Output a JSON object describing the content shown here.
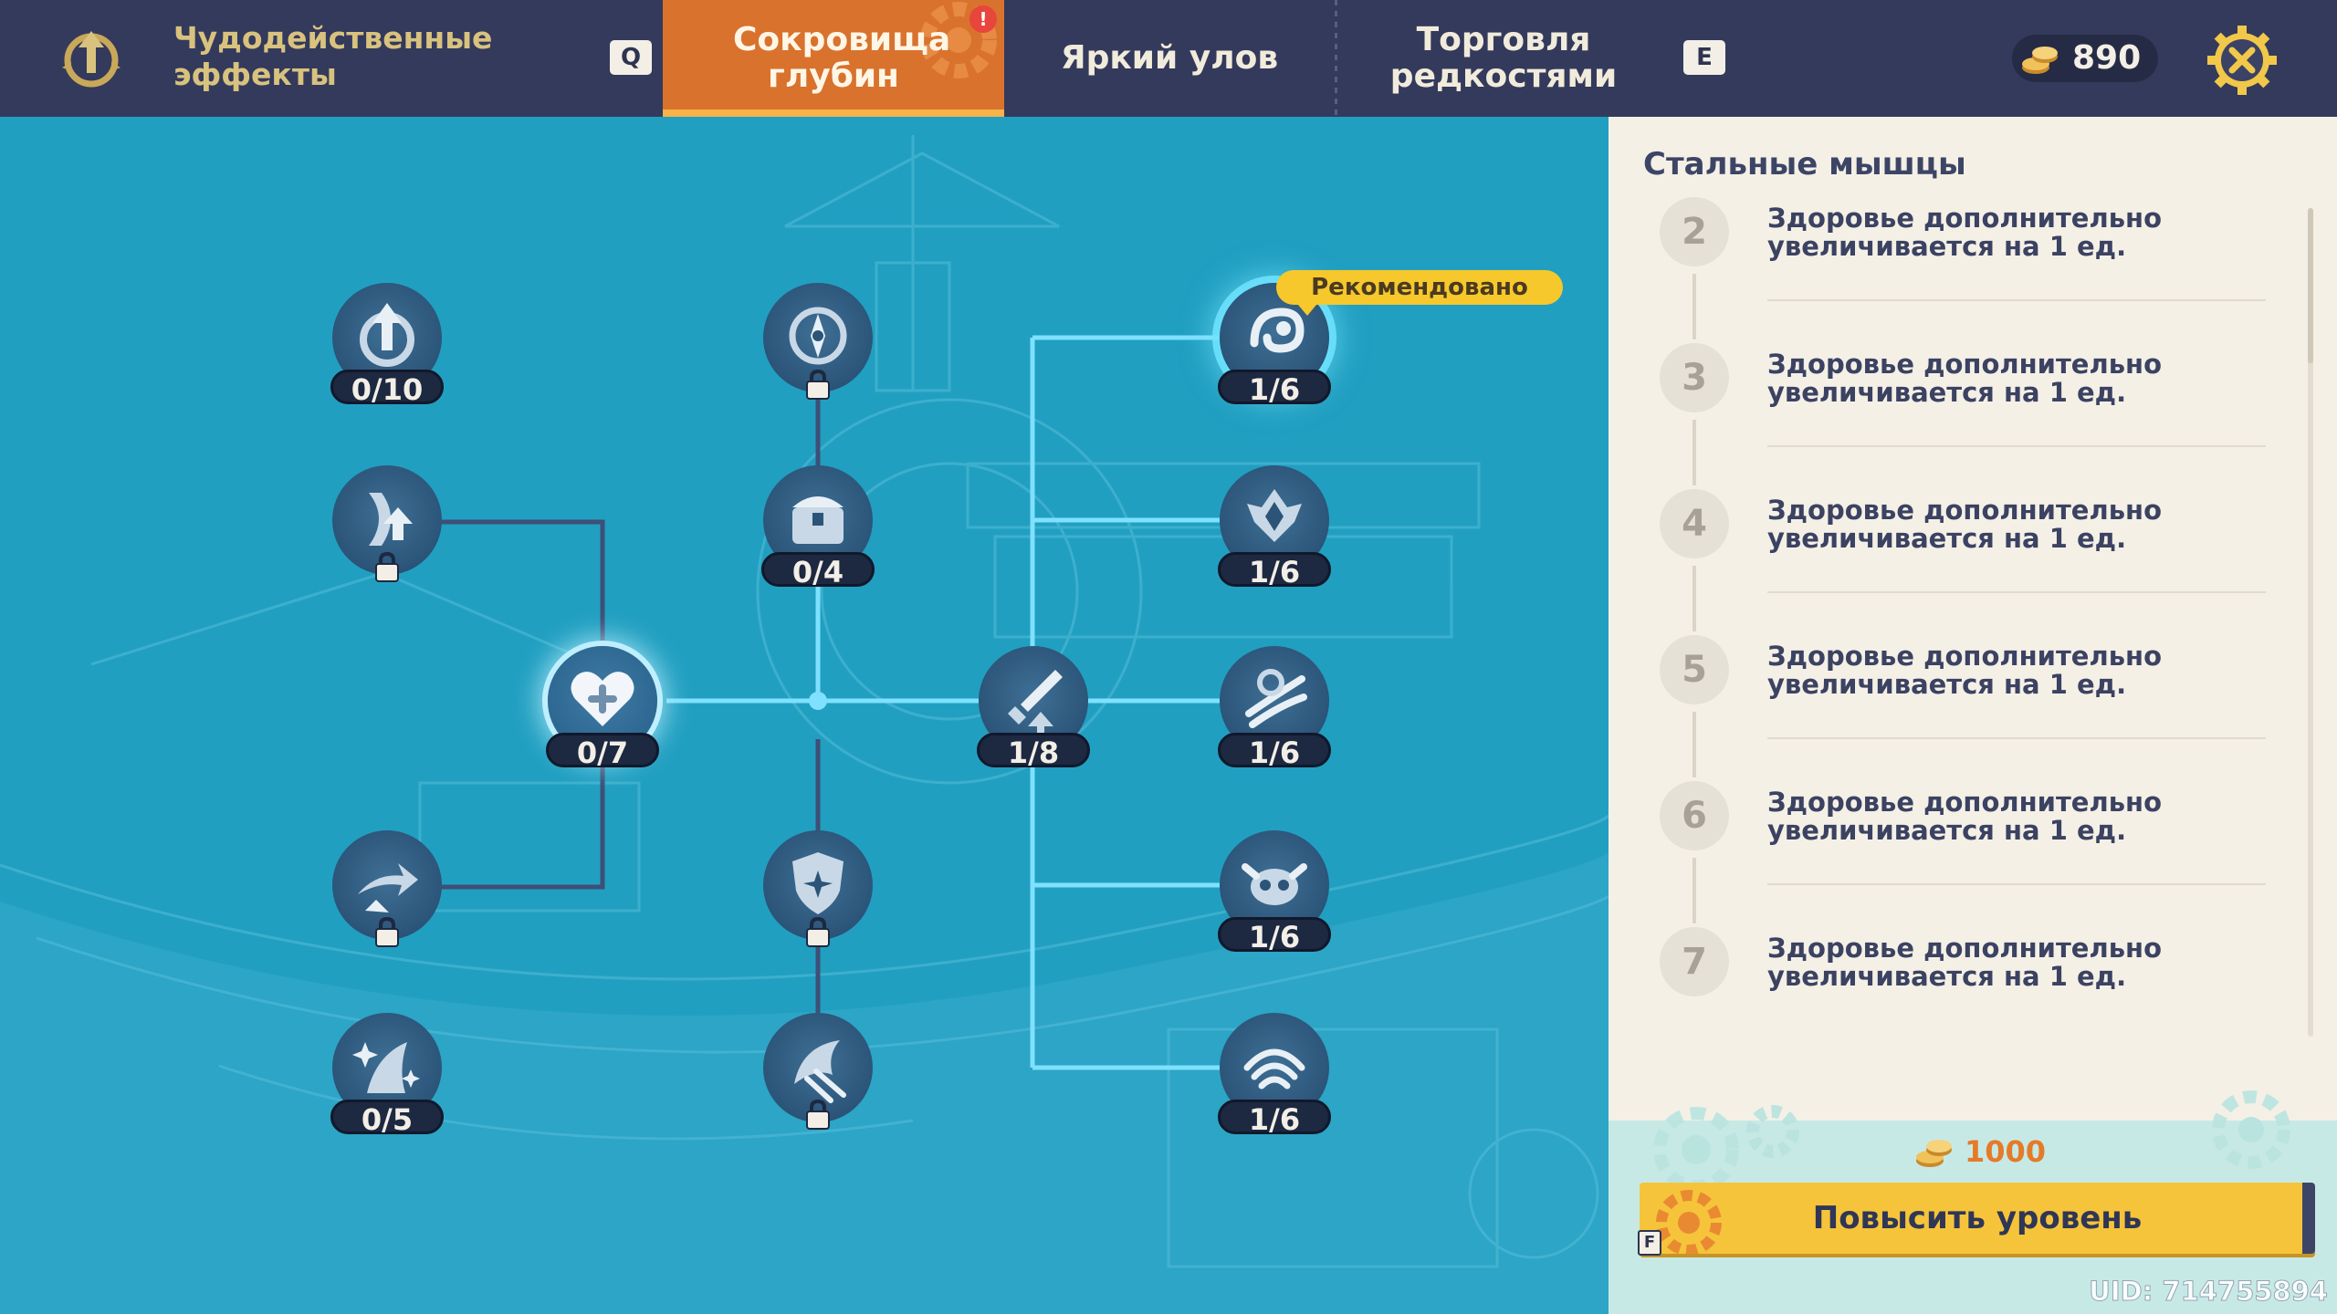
{
  "header": {
    "event_title": "Чудодейственные эффекты",
    "tab_prev_key": "Q",
    "tabs": [
      {
        "label": "Сокровища глубин",
        "active": true,
        "alert": "!"
      },
      {
        "label": "Яркий улов",
        "active": false
      },
      {
        "label": "Торговля редкостями",
        "active": false
      }
    ],
    "tab_next_key": "E",
    "currency_amount": "890",
    "icons": {
      "event": "anchor-emblem-icon",
      "currency": "coin-stack-icon",
      "close": "gear-close-icon"
    }
  },
  "skill_tree": {
    "recommended_label": "Рекомендовано",
    "nodes": [
      {
        "id": "anchor",
        "icon": "anchor-arrow-icon",
        "count": "0/10",
        "locked": false
      },
      {
        "id": "compass",
        "icon": "compass-icon",
        "count": "",
        "locked": true
      },
      {
        "id": "fish-hook",
        "icon": "fish-hook-icon",
        "count": "1/6",
        "locked": false,
        "recommended": true
      },
      {
        "id": "bracer",
        "icon": "bracer-arrow-icon",
        "count": "",
        "locked": true
      },
      {
        "id": "treasure-chest",
        "icon": "treasure-chest-icon",
        "count": "0/4",
        "locked": false
      },
      {
        "id": "lotus",
        "icon": "lotus-icon",
        "count": "1/6",
        "locked": false
      },
      {
        "id": "heart",
        "icon": "heart-plus-icon",
        "count": "0/7",
        "locked": false,
        "selected": true
      },
      {
        "id": "sword",
        "icon": "sword-arrow-icon",
        "count": "1/8",
        "locked": false
      },
      {
        "id": "wind",
        "icon": "wind-swirl-icon",
        "count": "1/6",
        "locked": false
      },
      {
        "id": "dash",
        "icon": "dash-arrow-icon",
        "count": "",
        "locked": true
      },
      {
        "id": "shield",
        "icon": "shield-icon",
        "count": "",
        "locked": true
      },
      {
        "id": "crab",
        "icon": "crab-icon",
        "count": "1/6",
        "locked": false
      },
      {
        "id": "sparkle",
        "icon": "sparkle-fin-icon",
        "count": "0/5",
        "locked": false
      },
      {
        "id": "claw",
        "icon": "claw-icon",
        "count": "",
        "locked": true
      },
      {
        "id": "waves",
        "icon": "waves-icon",
        "count": "1/6",
        "locked": false
      }
    ]
  },
  "panel": {
    "title": "Стальные мышцы",
    "levels": [
      {
        "num": "2",
        "text": "Здоровье дополнительно увеличивается на 1 ед."
      },
      {
        "num": "3",
        "text": "Здоровье дополнительно увеличивается на 1 ед."
      },
      {
        "num": "4",
        "text": "Здоровье дополнительно увеличивается на 1 ед."
      },
      {
        "num": "5",
        "text": "Здоровье дополнительно увеличивается на 1 ед."
      },
      {
        "num": "6",
        "text": "Здоровье дополнительно увеличивается на 1 ед."
      },
      {
        "num": "7",
        "text": "Здоровье дополнительно увеличивается на 1 ед."
      }
    ],
    "upgrade_cost": "1000",
    "upgrade_label": "Повысить уровень",
    "upgrade_key": "F"
  },
  "footer": {
    "uid": "UID: 714755894"
  },
  "colors": {
    "top_bar": "#343a5c",
    "active_tab": "#d9722d",
    "map_background": "#219fc1",
    "active_link": "#7fe0ff",
    "inactive_link": "#3e4f78",
    "node_disc": "#2b5478",
    "panel_background": "#f4f0e6",
    "upgrade_button": "#f5c43a",
    "cost_text": "#e57b28",
    "recommended_badge": "#f6c82c"
  }
}
